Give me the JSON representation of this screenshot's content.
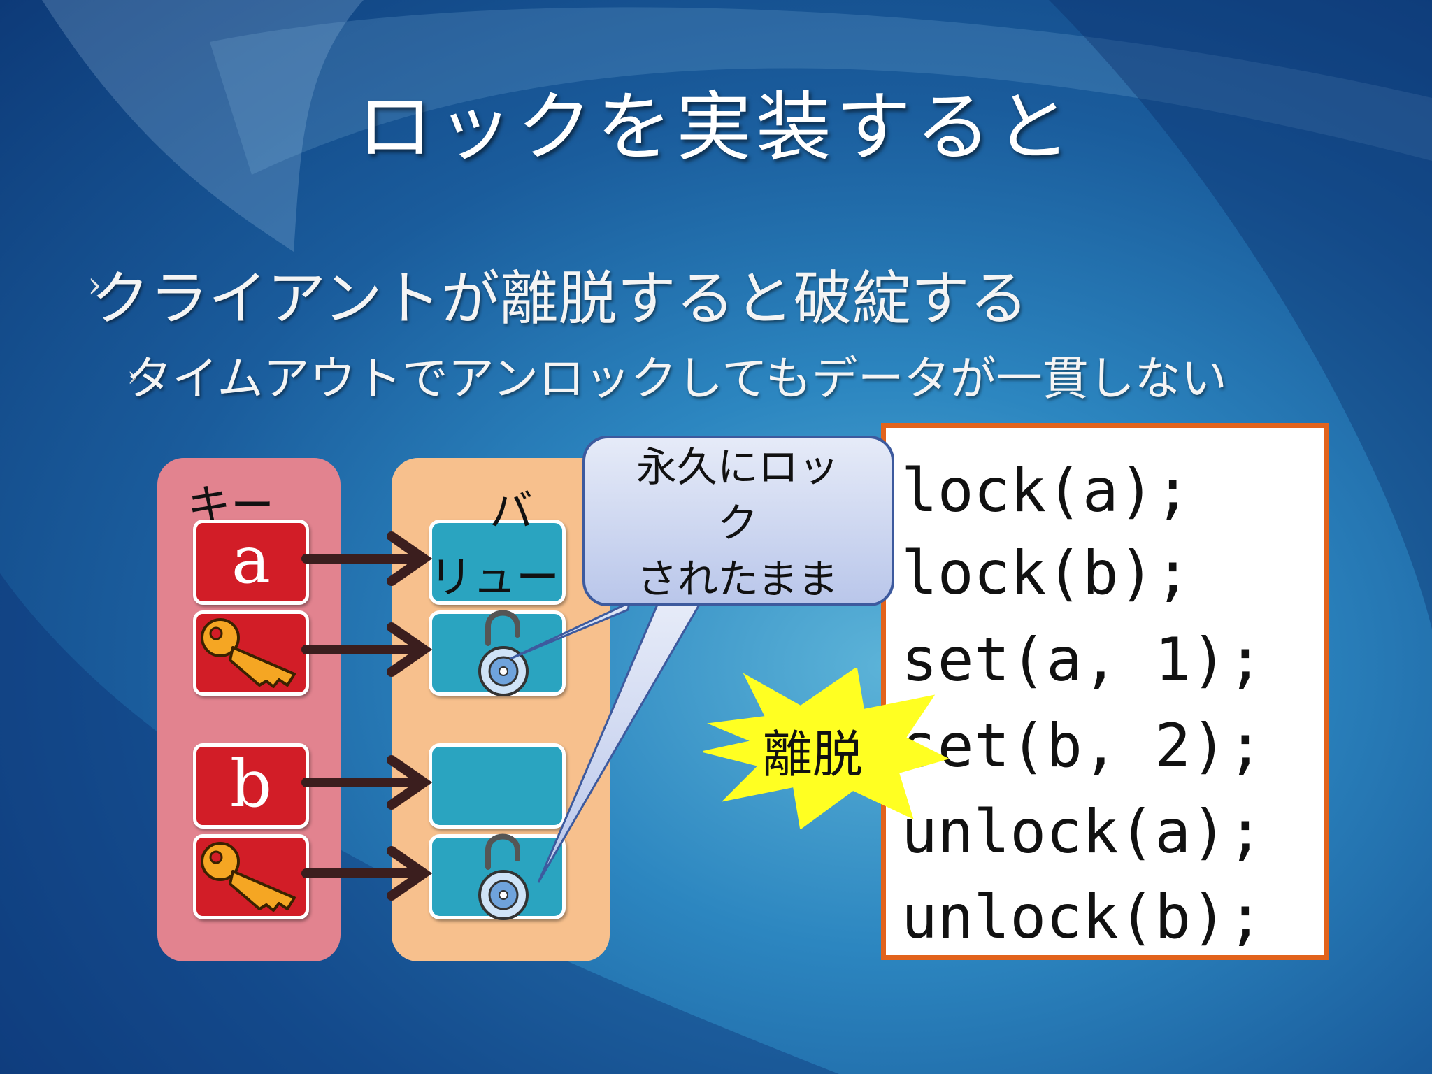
{
  "slide": {
    "title": "ロックを実装すると",
    "bullet1": "クライアントが離脱すると破綻する",
    "bullet2": "タイムアウトでアンロックしてもデータが一貫しない"
  },
  "diagram": {
    "key_panel_label": "キー",
    "value_panel_label_1": "バ",
    "value_panel_label_2": "リュー",
    "key_a": "a",
    "key_b": "b",
    "callout_line1": "永久にロッ",
    "callout_line2": "ク",
    "callout_line3": "されたまま",
    "burst_label": "離脱",
    "colors": {
      "key_panel": "#e2838f",
      "value_panel": "#f7c08d",
      "key_box": "#d21d27",
      "value_box": "#2aa4c0",
      "code_border": "#e2631c",
      "burst": "#ffff22"
    }
  },
  "code": {
    "lines": [
      "lock(a);",
      "lock(b);",
      "set(a, 1);",
      "set(b, 2);",
      "unlock(a);",
      "unlock(b);"
    ]
  }
}
